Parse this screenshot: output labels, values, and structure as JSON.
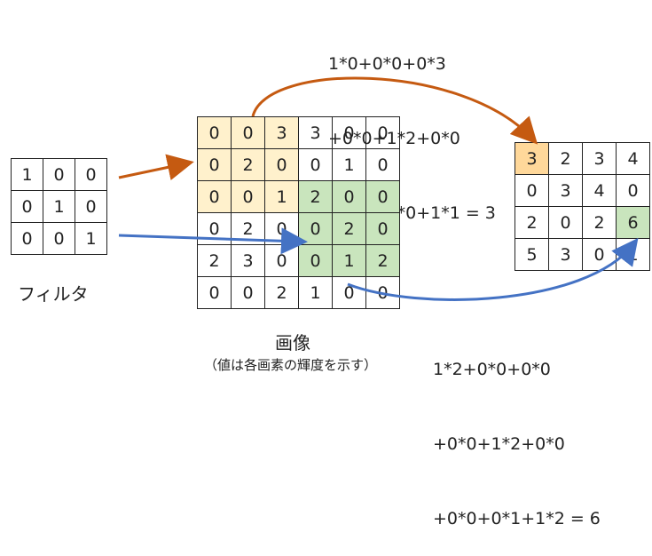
{
  "filter": {
    "label": "フィルタ",
    "rows": [
      [
        "1",
        "0",
        "0"
      ],
      [
        "0",
        "1",
        "0"
      ],
      [
        "0",
        "0",
        "1"
      ]
    ]
  },
  "image": {
    "label": "画像",
    "caption": "（値は各画素の輝度を示す）",
    "rows": [
      [
        "0",
        "0",
        "3",
        "3",
        "0",
        "0"
      ],
      [
        "0",
        "2",
        "0",
        "0",
        "1",
        "0"
      ],
      [
        "0",
        "0",
        "1",
        "2",
        "0",
        "0"
      ],
      [
        "0",
        "2",
        "0",
        "0",
        "2",
        "0"
      ],
      [
        "2",
        "3",
        "0",
        "0",
        "1",
        "2"
      ],
      [
        "0",
        "0",
        "2",
        "1",
        "0",
        "0"
      ]
    ]
  },
  "output": {
    "rows": [
      [
        "3",
        "2",
        "3",
        "4"
      ],
      [
        "0",
        "3",
        "4",
        "0"
      ],
      [
        "2",
        "0",
        "2",
        "6"
      ],
      [
        "5",
        "3",
        "0",
        "1"
      ]
    ]
  },
  "formula_top": {
    "line1": "1*0+0*0+0*3",
    "line2": "+0*0+1*2+0*0",
    "line3": "+0*0+0*0+1*1 = 3"
  },
  "formula_bottom": {
    "line1": "1*2+0*0+0*0",
    "line2": "+0*0+1*2+0*0",
    "line3": "+0*0+0*1+1*2 = 6"
  },
  "colors": {
    "top_arrow": "#c55a11",
    "bottom_arrow": "#4472c4",
    "window_top": "#fff1cc",
    "window_bottom": "#c9e5bd",
    "output_top": "#ffd89a"
  }
}
